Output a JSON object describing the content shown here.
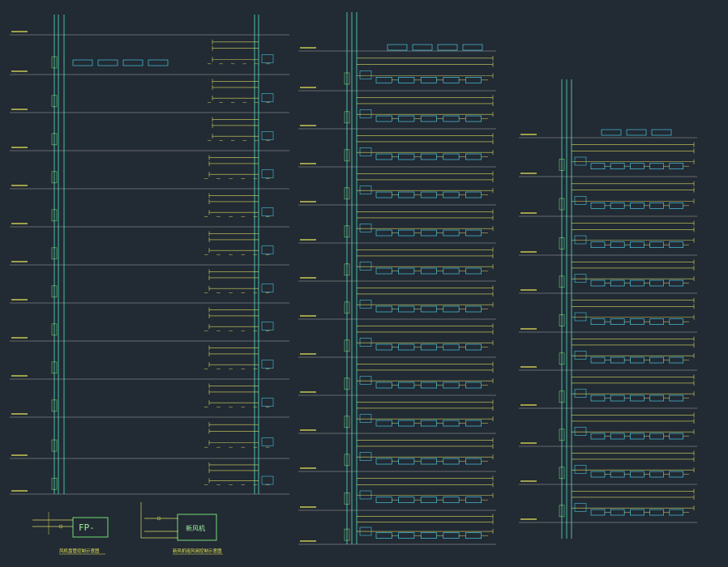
{
  "labels": {
    "fp_box": "FP-",
    "fresh_air_box": "新风机",
    "caption_left": "风机盘管控制示意图",
    "caption_right": "新风机组风阀控制示意图"
  },
  "colors": {
    "background": "#222a33",
    "floor_line": "#a8a8a8",
    "riser": "#4fe6c8",
    "branch": "#d8d860",
    "unit_box": "#4fe0ff",
    "label_yellow": "#e8e85a",
    "green": "#7cf07c"
  }
}
